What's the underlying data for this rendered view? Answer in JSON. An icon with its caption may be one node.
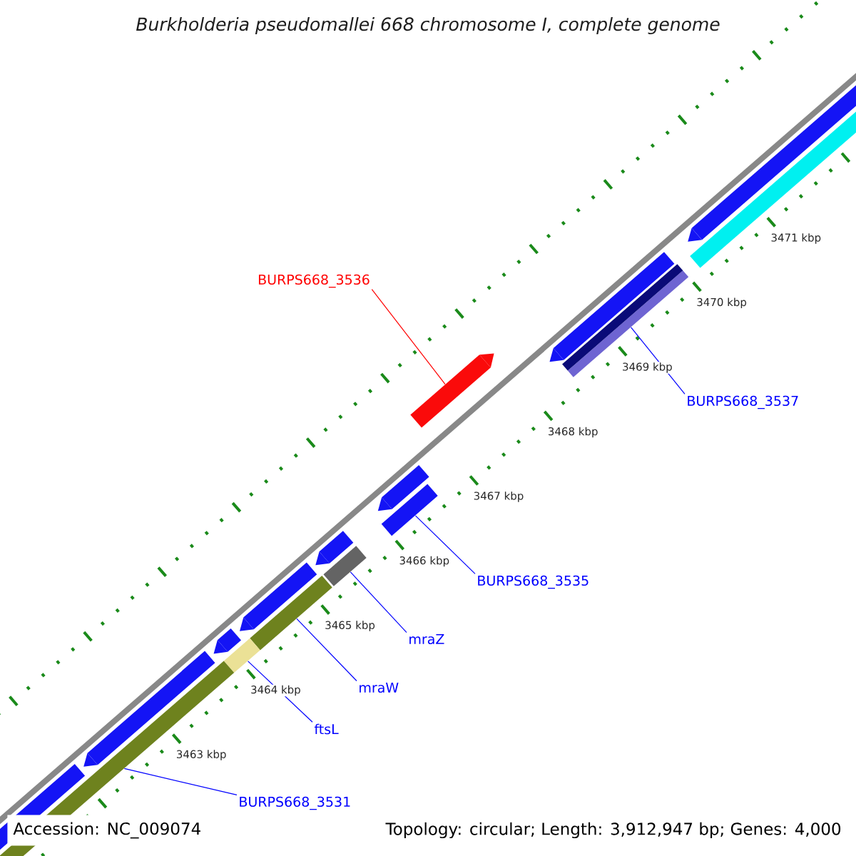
{
  "diagram": {
    "title": "Burkholderia pseudomallei 668 chromosome I, complete genome",
    "nodes": [
      {
        "text": [
          "BURPS668_3536"
        ]
      },
      {
        "text": [],
        "shape": "bar"
      },
      {
        "text": [
          "BURPS668_3537"
        ]
      },
      {
        "text": [],
        "shape": "bar"
      },
      {
        "text": [
          "BURPS668_3535"
        ]
      },
      {
        "text": [],
        "shape": "bar"
      },
      {
        "text": [
          "mraZ"
        ]
      },
      {
        "text": [],
        "shape": "bar"
      },
      {
        "text": [
          "mraW"
        ]
      },
      {
        "text": [],
        "shape": "bar"
      },
      {
        "text": [
          "ftsL"
        ]
      },
      {
        "text": [],
        "shape": "bar"
      },
      {
        "text": [
          "BURPS668_3531"
        ]
      },
      {
        "text": [],
        "shape": "bar"
      },
      {
        "text": [],
        "shape": "bar"
      },
      {
        "text": [],
        "shape": "bar"
      },
      {
        "text": [],
        "shape": "bar"
      },
      {
        "text": [],
        "shape": "bar"
      },
      {
        "text": [],
        "shape": "bar"
      },
      {
        "text": [],
        "shape": "bar"
      },
      {
        "text": [],
        "shape": "bar"
      },
      {
        "text": [],
        "shape": "bar"
      },
      {
        "text": [],
        "shape": "bar"
      },
      {
        "text": [],
        "shape": "bar"
      }
    ],
    "edges": [
      {
        "from": 0,
        "to": 1,
        "arrow": "none",
        "color": "#ff0000"
      },
      {
        "from": 2,
        "to": 3,
        "arrow": "none"
      },
      {
        "from": 4,
        "to": 5,
        "arrow": "none"
      },
      {
        "from": 6,
        "to": 7,
        "arrow": "none"
      },
      {
        "from": 8,
        "to": 9,
        "arrow": "none"
      },
      {
        "from": 10,
        "to": 11,
        "arrow": "none"
      },
      {
        "from": 12,
        "to": 13,
        "arrow": "none"
      }
    ],
    "labels": [
      "3471 kbp",
      "3470 kbp",
      "3469 kbp",
      "3468 kbp",
      "3467 kbp",
      "3466 kbp",
      "3465 kbp",
      "3464 kbp",
      "3463 kbp",
      "Accession: NC_009074",
      "Topology: circular; Length: 3,912,947 bp; Genes: 4,000"
    ]
  }
}
